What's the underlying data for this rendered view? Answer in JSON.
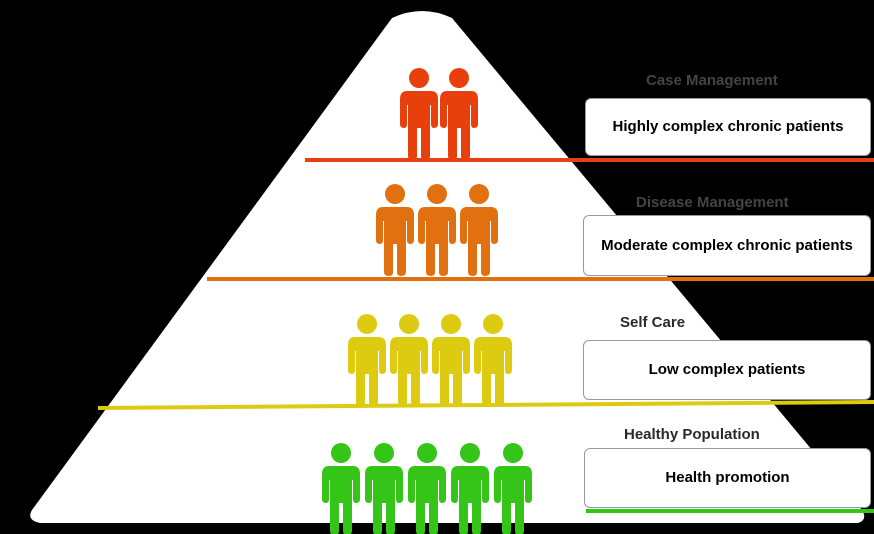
{
  "tiers": [
    {
      "label": "Case Management",
      "description": "Highly complex chronic patients",
      "people": 2,
      "color": "#e8400c"
    },
    {
      "label": "Disease Management",
      "description": "Moderate complex chronic patients",
      "people": 3,
      "color": "#e07010"
    },
    {
      "label": "Self Care",
      "description": "Low complex patients",
      "people": 4,
      "color": "#dccb10"
    },
    {
      "label": "Healthy Population",
      "description": "Health promotion",
      "people": 5,
      "color": "#35c418"
    }
  ],
  "colors": {
    "background": "#000000",
    "pyramid": "#ffffff"
  }
}
